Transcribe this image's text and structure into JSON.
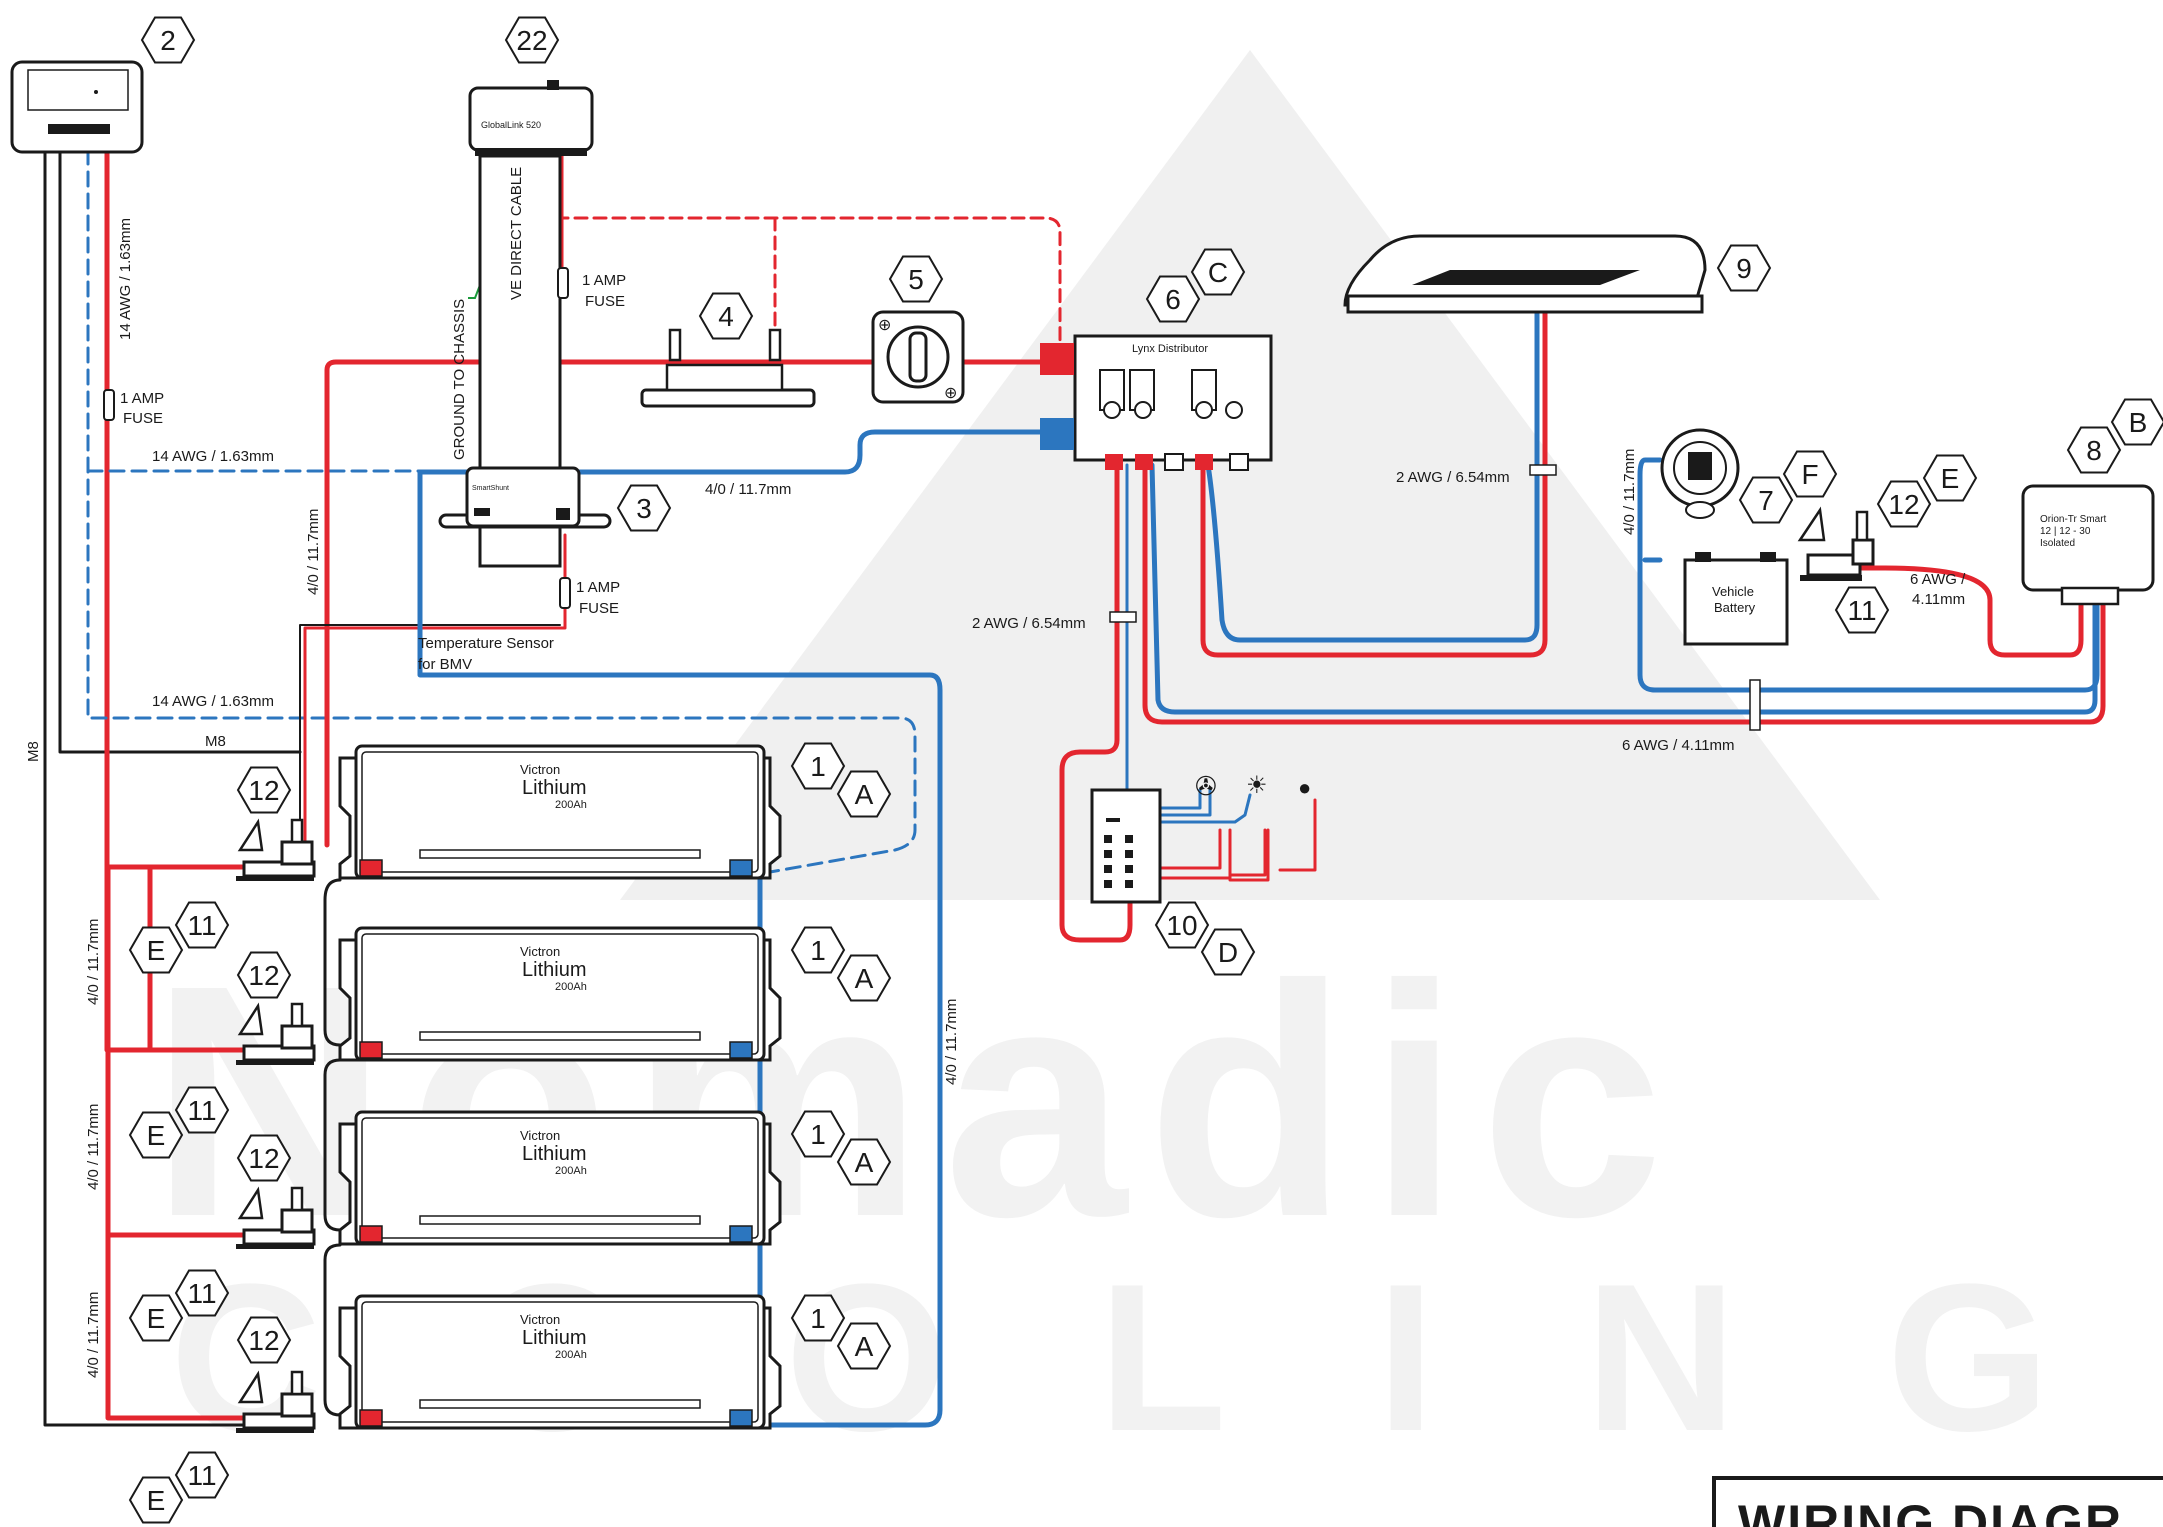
{
  "watermark": {
    "word1": "Nomadic",
    "word2": "COOLING CO"
  },
  "title": "WIRING DIAGR",
  "colors": {
    "positive": "#e3262f",
    "negative": "#2c76bf",
    "dashed_negative": "#2c76bf",
    "black": "#1a1a1a",
    "ground": "#1a9a3a",
    "watermark": "#f2f2f2"
  },
  "components": {
    "gx": {
      "badge": "2"
    },
    "globallink": {
      "badge": "22",
      "label": "GlobalLink 520"
    },
    "shunt": {
      "badge": "3",
      "label": "SmartShunt"
    },
    "fuse_block": {
      "badge": "4"
    },
    "switch": {
      "badge": "5"
    },
    "lynx": {
      "badge": "6",
      "letter": "C",
      "label": "Lynx Distributor"
    },
    "alternator": {
      "badge": "7",
      "letter": "F"
    },
    "orion": {
      "badge": "8",
      "letter": "B",
      "label_lines": [
        "Orion-Tr Smart",
        "12 | 12 - 30",
        "Isolated"
      ]
    },
    "fridge": {
      "badge": "9"
    },
    "panel": {
      "badge": "10",
      "letter": "D"
    },
    "vehicle_battery": {
      "label_lines": [
        "Vehicle",
        "Battery"
      ]
    },
    "fuse_right": {
      "badge_top": "12",
      "letter_top": "E",
      "badge_bottom": "11"
    }
  },
  "batteries": [
    {
      "brand": "Victron",
      "model": "Lithium",
      "capacity": "200Ah",
      "badge": "1",
      "letter": "A"
    },
    {
      "brand": "Victron",
      "model": "Lithium",
      "capacity": "200Ah",
      "badge": "1",
      "letter": "A"
    },
    {
      "brand": "Victron",
      "model": "Lithium",
      "capacity": "200Ah",
      "badge": "1",
      "letter": "A"
    },
    {
      "brand": "Victron",
      "model": "Lithium",
      "capacity": "200Ah",
      "badge": "1",
      "letter": "A"
    }
  ],
  "left_fuses": [
    {
      "badge": "12",
      "bottom": "11",
      "letter": "E"
    },
    {
      "badge": "12",
      "bottom": "11",
      "letter": "E"
    },
    {
      "badge": "12",
      "bottom": "11",
      "letter": "E"
    },
    {
      "badge": "12",
      "bottom": "11",
      "letter": "E"
    }
  ],
  "labels": {
    "awg14_vertical": "14 AWG  / 1.63mm",
    "amp_fuse_line1": "1 AMP",
    "amp_fuse_line2": "FUSE",
    "awg14_a": "14 AWG / 1.63mm",
    "awg14_b": "14 AWG / 1.63mm",
    "m8_vertical": "M8",
    "m8_horizontal": "M8",
    "ground_to_chassis": "GROUND TO  CHASSIS",
    "ve_direct": "VE DIRECT CABLE",
    "awg40_vertical_a": "4/0 / 11.7mm",
    "awg40_horizontal": "4/0 / 11.7mm",
    "temp_sensor_line1": "Temperature Sensor",
    "temp_sensor_line2": "for BMV",
    "awg2_left": "2 AWG / 6.54mm",
    "awg2_right": "2 AWG / 6.54mm",
    "awg6_bottom": "6 AWG / 4.11mm",
    "awg6_orion_line1": "6 AWG /",
    "awg6_orion_line2": "4.11mm",
    "awg40_alt": "4/0 / 11.7mm",
    "awg40_left_1": "4/0 / 11.7mm",
    "awg40_left_2": "4/0 / 11.7mm",
    "awg40_left_3": "4/0 / 11.7mm",
    "awg40_right_vertical": "4/0 / 11.7mm"
  }
}
